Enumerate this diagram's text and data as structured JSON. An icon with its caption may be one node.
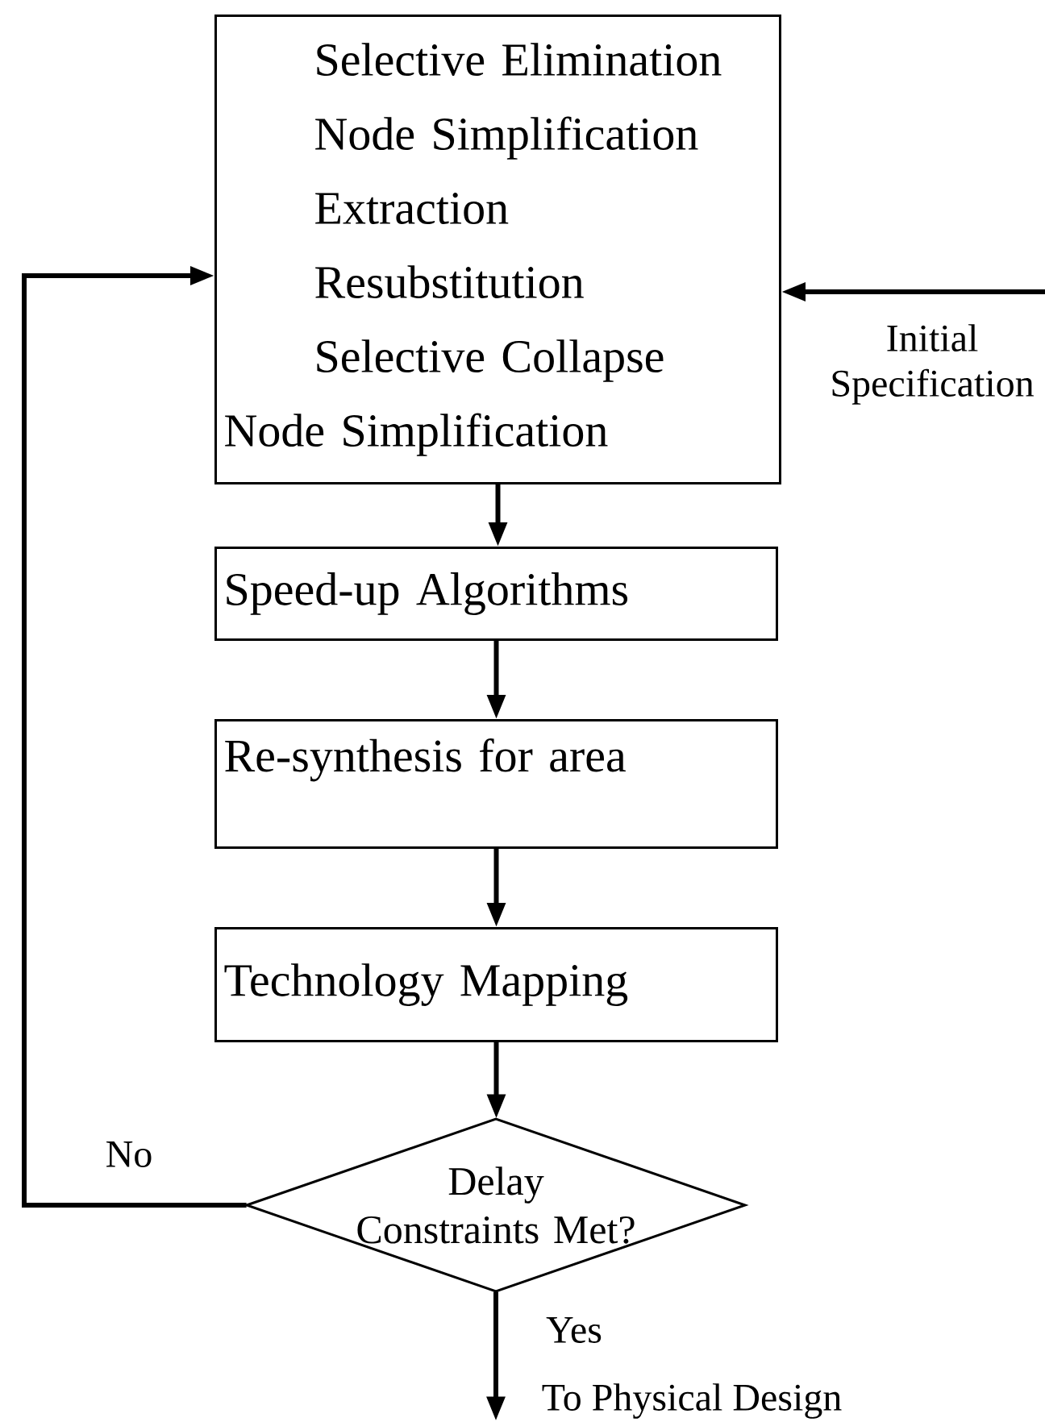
{
  "diagram": {
    "nodes": [
      {
        "text": [
          "Selective Elimination",
          "Node Simplification",
          "Extraction",
          "Resubstitution",
          "Selective Collapse",
          "Node Simplification"
        ]
      },
      {
        "text": [
          "Speed-up Algorithms"
        ]
      },
      {
        "text": [
          "Re-synthesis for area"
        ]
      },
      {
        "text": [
          "Technology Mapping"
        ]
      },
      {
        "text": [
          "Delay Constraints Met?"
        ]
      }
    ],
    "edges": [
      {
        "from": 0,
        "to": 1,
        "arrow": "to"
      },
      {
        "from": 1,
        "to": 2,
        "arrow": "to"
      },
      {
        "from": 2,
        "to": 3,
        "arrow": "to"
      },
      {
        "from": 3,
        "to": 4,
        "arrow": "to"
      },
      {
        "from": 4,
        "to": 0,
        "arrow": "to",
        "label": "No"
      },
      {
        "from": null,
        "to": 0,
        "arrow": "to",
        "label": "Initial Specification"
      },
      {
        "from": 4,
        "to": null,
        "arrow": "to",
        "label": "Yes"
      }
    ],
    "labels": [
      "To Physical Design"
    ]
  }
}
